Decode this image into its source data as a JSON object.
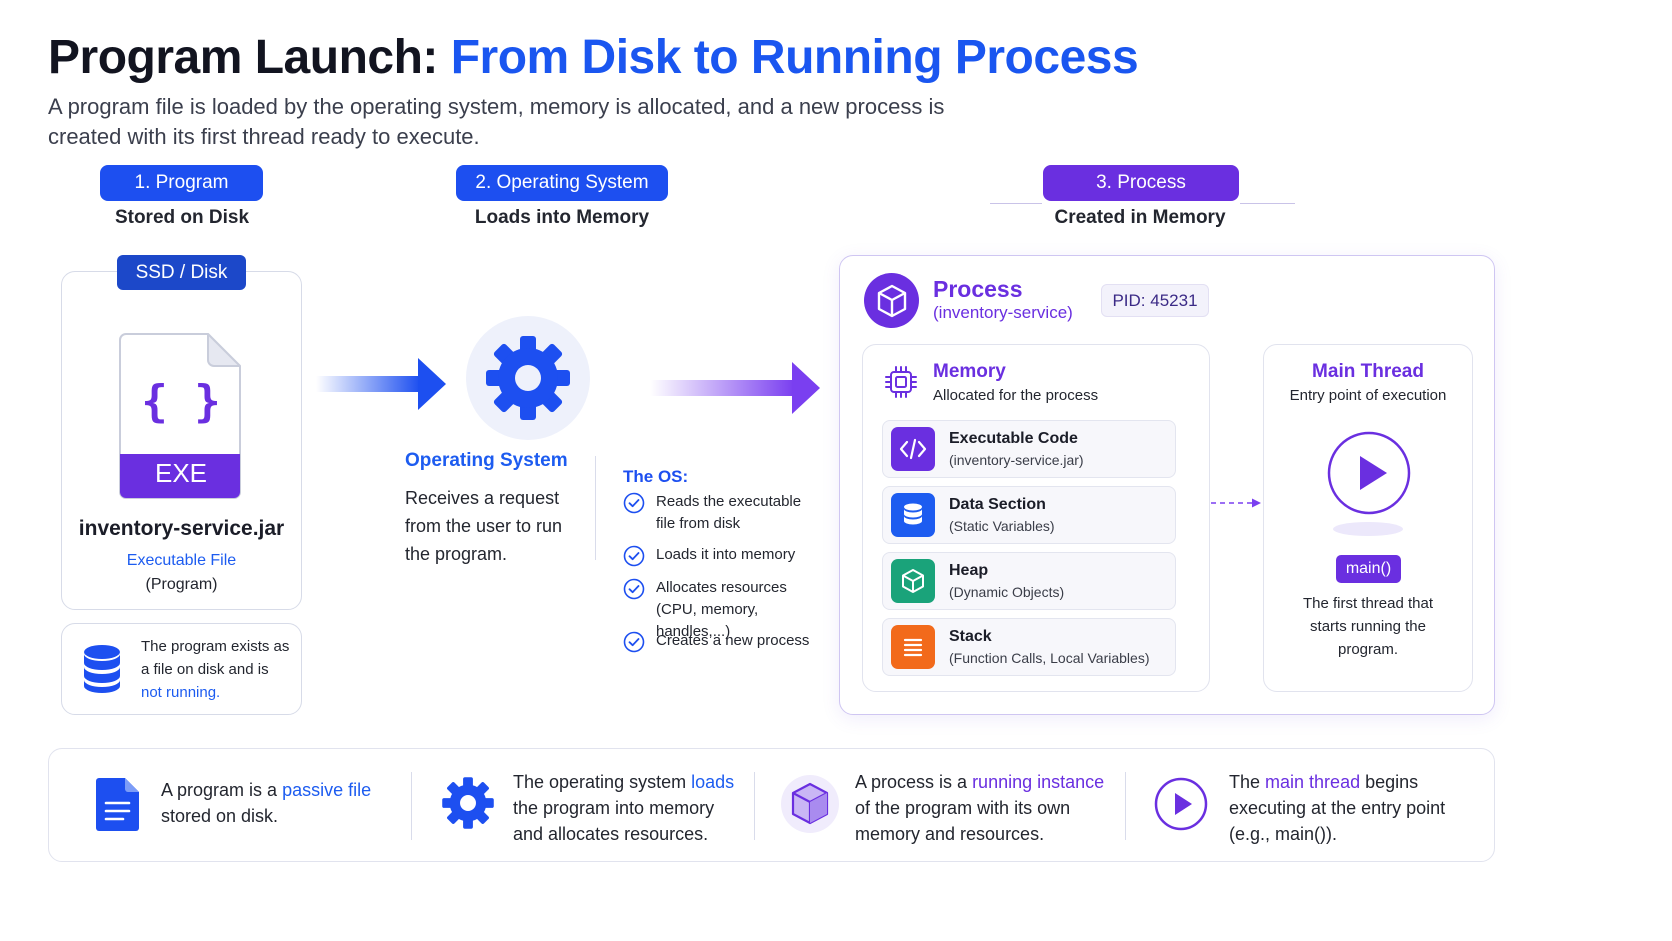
{
  "header": {
    "title_main": "Program Launch: ",
    "title_accent": "From Disk to Running Process",
    "subtitle": "A program file is loaded by the operating system, memory is allocated, and a new process is created with its first thread ready to execute."
  },
  "steps": [
    {
      "label": "1. Program",
      "sub": "Stored on Disk"
    },
    {
      "label": "2. Operating System",
      "sub": "Loads into Memory"
    },
    {
      "label": "3. Process",
      "sub": "Created in Memory"
    }
  ],
  "disk": {
    "tag": "SSD / Disk",
    "file_badge": "EXE",
    "file_glyph": "{ }",
    "file_name": "inventory-service.jar",
    "file_type": "Executable File",
    "file_role": "(Program)",
    "note_pre": "The program exists as a file on disk and is ",
    "note_highlight": "not running."
  },
  "os": {
    "title": "Operating System",
    "description": "Receives a request from the user to run the program.",
    "list_title": "The OS:",
    "items": [
      "Reads the executable file from disk",
      "Loads it into memory",
      "Allocates resources (CPU, memory, handles,...)",
      "Creates a new process"
    ]
  },
  "process": {
    "title": "Process",
    "subtitle": "(inventory-service)",
    "pid": "PID: 45231",
    "memory": {
      "title": "Memory",
      "subtitle": "Allocated for the process",
      "rows": [
        {
          "name": "Executable Code",
          "desc": "(inventory-service.jar)",
          "color": "#6a2fe0",
          "icon": "code-icon"
        },
        {
          "name": "Data Section",
          "desc": "(Static Variables)",
          "color": "#1d5cf0",
          "icon": "database-icon"
        },
        {
          "name": "Heap",
          "desc": "(Dynamic Objects)",
          "color": "#1aa37a",
          "icon": "cube-icon"
        },
        {
          "name": "Stack",
          "desc": "(Function Calls, Local Variables)",
          "color": "#f26a1b",
          "icon": "stack-icon"
        }
      ]
    },
    "thread": {
      "title": "Main Thread",
      "subtitle": "Entry point of execution",
      "entry": "main()",
      "description": "The first thread that starts running the program."
    }
  },
  "summary": [
    {
      "pre": "A program is a ",
      "hl": "passive file",
      "post": " stored on disk.",
      "hl_color": "blue",
      "icon": "document-icon"
    },
    {
      "pre": "The operating system ",
      "hl": "loads",
      "post": " the program into memory and allocates resources.",
      "hl_color": "blue",
      "icon": "gear-icon"
    },
    {
      "pre": "A process is a ",
      "hl": "running instance",
      "post": " of the program with its own memory and resources.",
      "hl_color": "purple",
      "icon": "cube-icon"
    },
    {
      "pre": "The ",
      "hl": "main thread",
      "post": " begins executing at the entry point (e.g., main()).",
      "hl_color": "purple",
      "icon": "play-icon"
    }
  ],
  "colors": {
    "blue": "#1d4ff0",
    "purple": "#6a2fe0",
    "green": "#1aa37a",
    "orange": "#f26a1b"
  }
}
